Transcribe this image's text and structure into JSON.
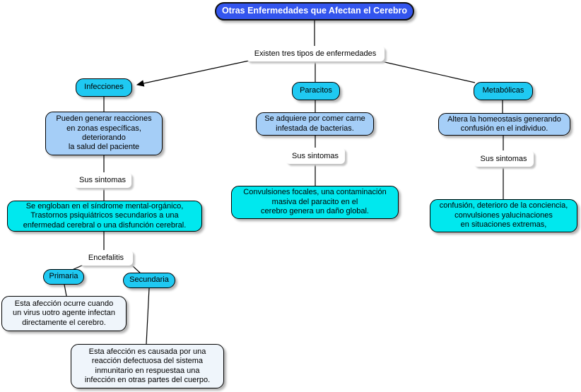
{
  "title": "Otras Enfermedades que Afectan el Cerebro",
  "root_label": "Existen tres tipos de enfermedades",
  "branches": {
    "infecciones": {
      "name": "Infecciones",
      "description": "Pueden generar reacciones\nen zonas específicas,\ndeteriorando\nla salud del paciente",
      "symptoms_label": "Sus sintomas",
      "symptoms": "Se engloban en el síndrome mental-orgánico,\nTrastornos psiquiátricos secundarios a una\nenfermedad cerebral o una disfunción cerebral.",
      "encefalitis_label": "Encefalitis",
      "primaria": {
        "name": "Primaria",
        "description": "Esta afección ocurre cuando\nun virus uotro agente infectan\ndirectamente el cerebro."
      },
      "secundaria": {
        "name": "Secundaria",
        "description": "Esta afección es causada por una\nreacción defectuosa del sistema\ninmunitario en respuestaa una\ninfección en otras partes del cuerpo."
      }
    },
    "paracitos": {
      "name": "Paracitos",
      "description": "Se adquiere por comer carne\ninfestada de bacterias.",
      "symptoms_label": "Sus sintomas",
      "symptoms": "Convulsiones focales, una contaminación\nmasiva del paracito en el\ncerebro genera un daño global."
    },
    "metabolicas": {
      "name": "Metabólicas",
      "description": "Altera la homeostasis generando\nconfusión en el individuo.",
      "symptoms_label": "Sus sintomas",
      "symptoms": "confusión, deterioro de la conciencia,\nconvulsiones yalucinaciones\nen situaciones extremas,"
    }
  },
  "colors": {
    "title_fill": "#3355EE",
    "title_text": "#FFFFFF",
    "node_fill": "#1FC9F2",
    "description_fill": "#A5CEF7",
    "symptoms_fill": "#00E8EE",
    "detail_fill": "#EFF5FB",
    "line_color": "#000000",
    "label_background": "#FFFFFF"
  }
}
